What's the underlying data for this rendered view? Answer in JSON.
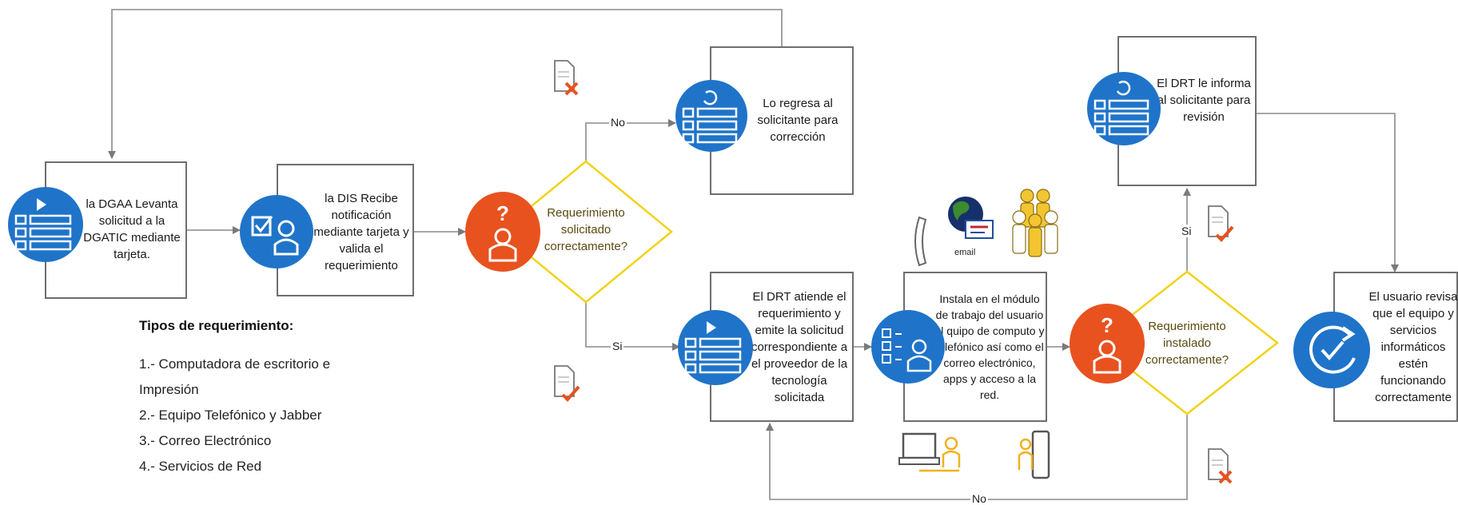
{
  "process": {
    "step1": "la DGAA Levanta solicitud  a la DGATIC mediante tarjeta.",
    "step2": "la DIS Recibe notificación mediante tarjeta y valida el requerimiento",
    "decision1": "Requerimiento solicitado correctamente?",
    "step_return": "Lo regresa al solicitante para corrección",
    "step3": "El DRT atiende el requerimiento y emite la solicitud correspondiente a el proveedor de la tecnología solicitada",
    "step4": "Instala en el módulo de trabajo del usuario el quipo de computo y telefónico así como el correo electrónico, apps y acceso a la red.",
    "decision2": "Requerimiento instalado correctamente?",
    "step_inform": "El DRT le informa al solicitante para revisión",
    "step_final": "El usuario revisa que el equipo y servicios informáticos estén funcionando correctamente"
  },
  "edge_labels": {
    "no1": "No",
    "si1": "Si",
    "si2": "Si",
    "no2": "No"
  },
  "icon_labels": {
    "email": "email"
  },
  "types": {
    "heading": "Tipos de requerimiento:",
    "items": [
      "1.- Computadora de escritorio e",
      "Impresión",
      "2.- Equipo Telefónico y Jabber",
      "3.- Correo Electrónico",
      "4.- Servicios de Red"
    ]
  }
}
